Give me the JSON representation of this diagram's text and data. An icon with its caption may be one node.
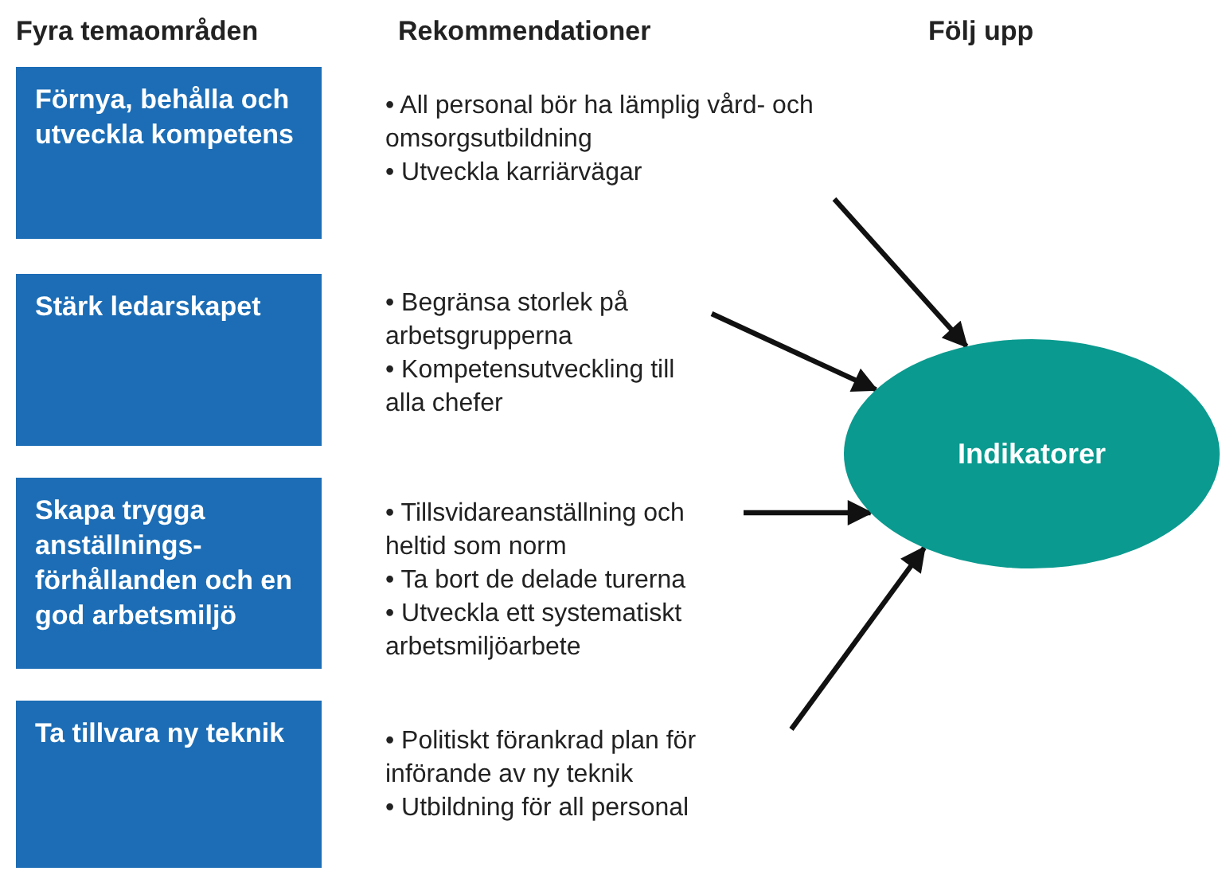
{
  "diagram": {
    "nodes": [
      {
        "text": [
          "Förnya, behålla och utveckla kompetens"
        ]
      },
      {
        "text": [
          "Stärk ledarskapet"
        ]
      },
      {
        "text": [
          "Skapa trygga anställnings- förhållanden och en god arbetsmiljö"
        ]
      },
      {
        "text": [
          "Ta tillvara ny teknik"
        ]
      },
      {
        "text": [
          "• All personal bör ha lämplig vård- och omsorgsutbildning",
          "• Utveckla karriärvägar"
        ]
      },
      {
        "text": [
          "• Begränsa storlek på arbetsgrupperna",
          "• Kompetensutveckling till alla chefer"
        ]
      },
      {
        "text": [
          "• Tillsvidareanställning och heltid som norm",
          "• Ta bort de delade turerna",
          "• Utveckla ett systematiskt arbetsmiljöarbete"
        ]
      },
      {
        "text": [
          "• Politiskt förankrad plan för införande av ny teknik",
          "• Utbildning för all personal"
        ]
      },
      {
        "text": [
          "Indikatorer"
        ]
      }
    ],
    "edges": [
      {
        "from": 4,
        "to": 8,
        "arrow": "to"
      },
      {
        "from": 5,
        "to": 8,
        "arrow": "to"
      },
      {
        "from": 6,
        "to": 8,
        "arrow": "to"
      },
      {
        "from": 7,
        "to": 8,
        "arrow": "to"
      }
    ],
    "labels": [
      "Fyra temaområden",
      "Rekommendationer",
      "Följ upp"
    ]
  }
}
